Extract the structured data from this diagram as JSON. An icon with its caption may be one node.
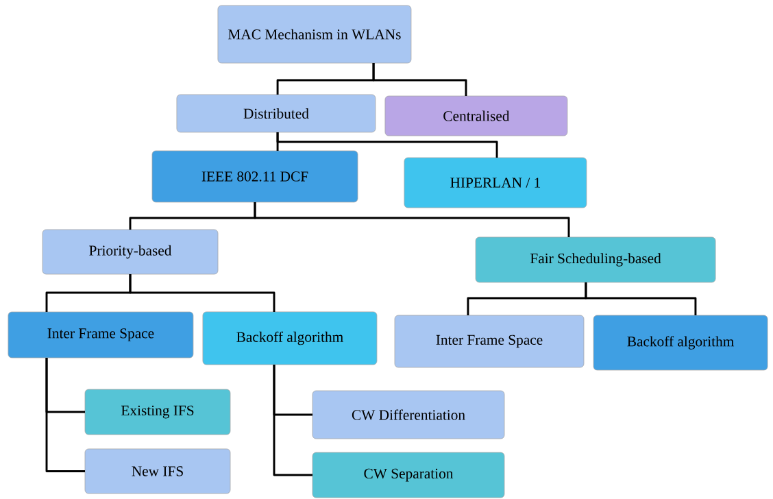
{
  "diagram": {
    "nodes": [
      {
        "text": [
          "MAC Mechanism in WLANs"
        ]
      },
      {
        "text": [
          "Distributed"
        ]
      },
      {
        "text": [
          "Centralised"
        ]
      },
      {
        "text": [
          "IEEE 802.11 DCF"
        ]
      },
      {
        "text": [
          "HIPERLAN / 1"
        ]
      },
      {
        "text": [
          "Priority-based"
        ]
      },
      {
        "text": [
          "Fair Scheduling-based"
        ]
      },
      {
        "text": [
          "Inter Frame Space"
        ]
      },
      {
        "text": [
          "Backoff algorithm"
        ]
      },
      {
        "text": [
          "Inter Frame Space"
        ]
      },
      {
        "text": [
          "Backoff algorithm"
        ]
      },
      {
        "text": [
          "Existing IFS"
        ]
      },
      {
        "text": [
          "New IFS"
        ]
      },
      {
        "text": [
          "CW Differentiation"
        ]
      },
      {
        "text": [
          "CW Separation"
        ]
      }
    ],
    "edges": [
      {
        "from": 0,
        "to": 1,
        "arrow": "none"
      },
      {
        "from": 0,
        "to": 2,
        "arrow": "none"
      },
      {
        "from": 1,
        "to": 3,
        "arrow": "none"
      },
      {
        "from": 1,
        "to": 4,
        "arrow": "none"
      },
      {
        "from": 3,
        "to": 5,
        "arrow": "none"
      },
      {
        "from": 3,
        "to": 6,
        "arrow": "none"
      },
      {
        "from": 5,
        "to": 7,
        "arrow": "none"
      },
      {
        "from": 5,
        "to": 8,
        "arrow": "none"
      },
      {
        "from": 6,
        "to": 9,
        "arrow": "none"
      },
      {
        "from": 6,
        "to": 10,
        "arrow": "none"
      },
      {
        "from": 7,
        "to": 11,
        "arrow": "none"
      },
      {
        "from": 7,
        "to": 12,
        "arrow": "none"
      },
      {
        "from": 8,
        "to": 13,
        "arrow": "none"
      },
      {
        "from": 8,
        "to": 14,
        "arrow": "none"
      }
    ]
  }
}
